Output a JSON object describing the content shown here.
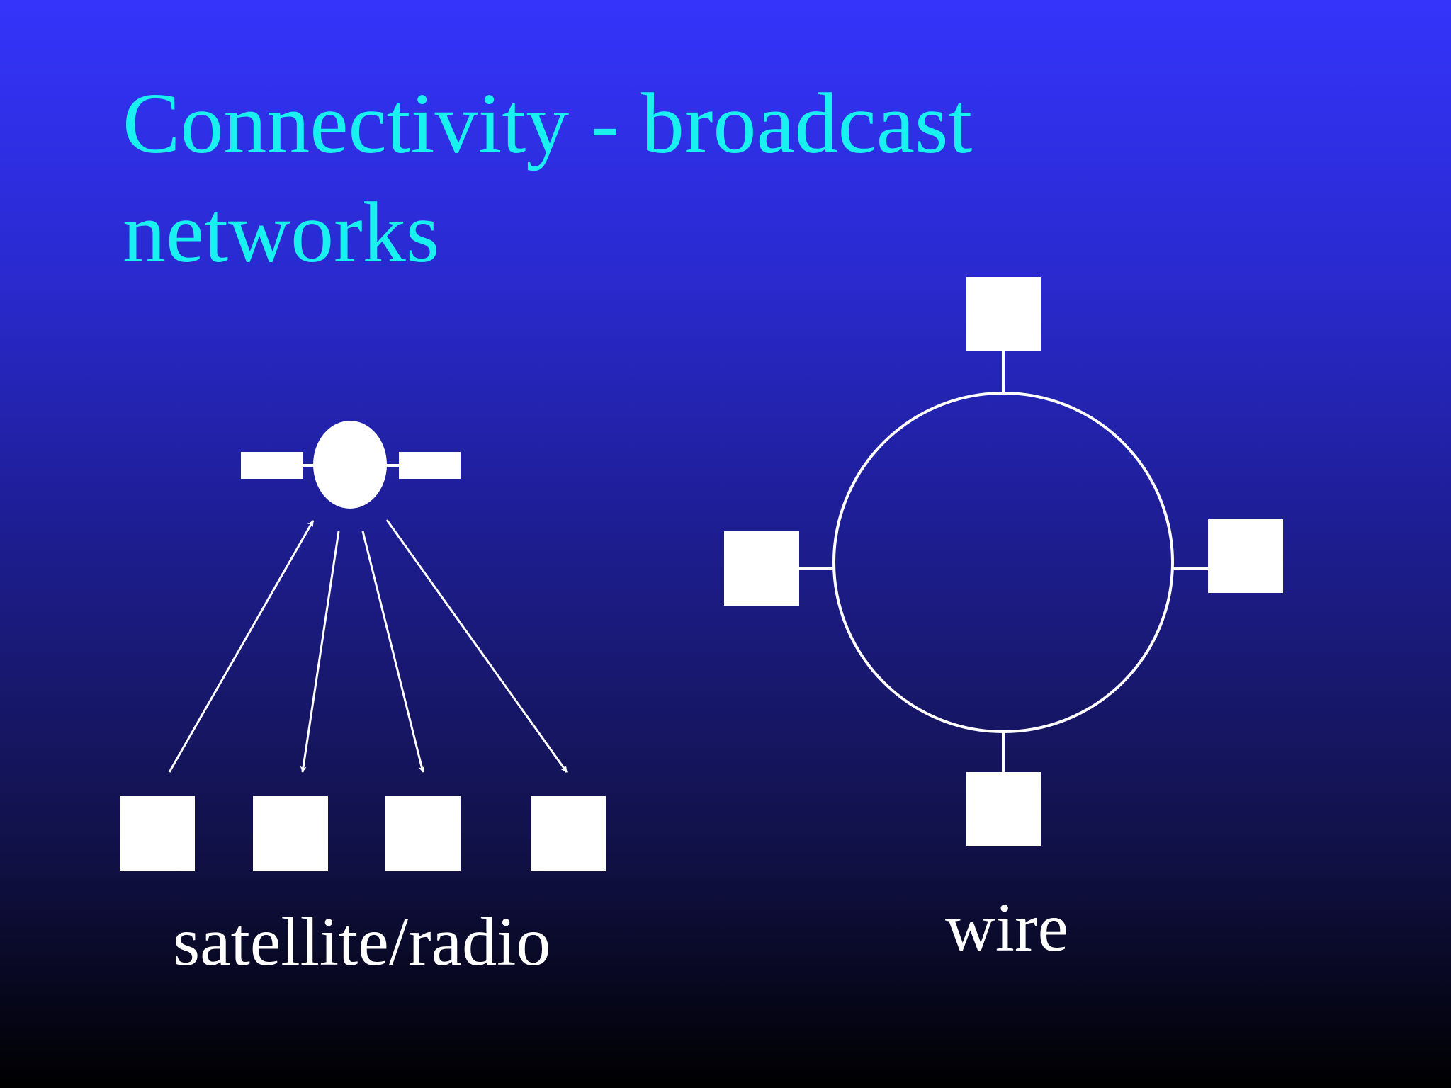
{
  "slide": {
    "title": "Connectivity - broadcast networks",
    "background_top": "#3434fb",
    "background_bottom": "#000000",
    "title_color": "#19f0f0",
    "text_color": "#ffffff"
  },
  "diagrams": {
    "satellite": {
      "caption": "satellite/radio",
      "hub": "satellite",
      "stations": 4,
      "links": [
        {
          "direction": "uplink"
        },
        {
          "direction": "downlink"
        },
        {
          "direction": "downlink"
        },
        {
          "direction": "downlink"
        }
      ]
    },
    "wire": {
      "caption": "wire",
      "topology": "ring",
      "stations": 4
    }
  }
}
